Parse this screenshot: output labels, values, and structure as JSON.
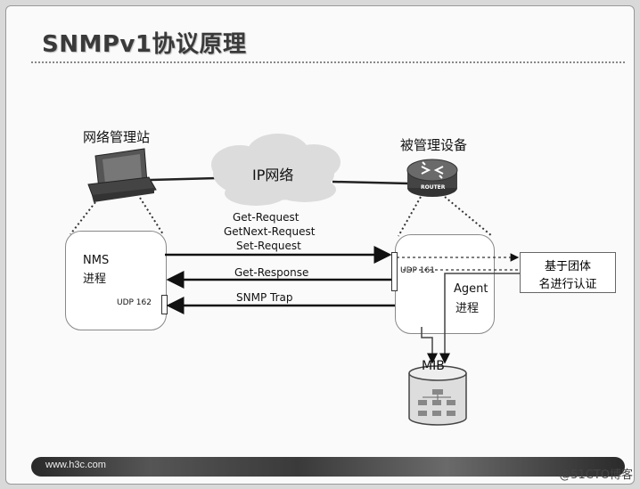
{
  "title": "SNMPv1协议原理",
  "nms_station_label": "网络管理站",
  "managed_device_label": "被管理设备",
  "network_cloud_label": "IP网络",
  "router_badge": "ROUTER",
  "nms_process": {
    "line1": "NMS",
    "line2": "进程"
  },
  "agent_process": {
    "line1": "Agent",
    "line2": "进程"
  },
  "udp_nms": "UDP 162",
  "udp_agent": "UDP 161",
  "messages": {
    "request_1": "Get-Request",
    "request_2": "GetNext-Request",
    "request_3": "Set-Request",
    "response": "Get-Response",
    "trap": "SNMP Trap"
  },
  "auth_box": {
    "line1": "基于团体",
    "line2": "名进行认证"
  },
  "mib_label": "MIB",
  "footer_url": "www.h3c.com",
  "watermark": "@51CTO博客"
}
